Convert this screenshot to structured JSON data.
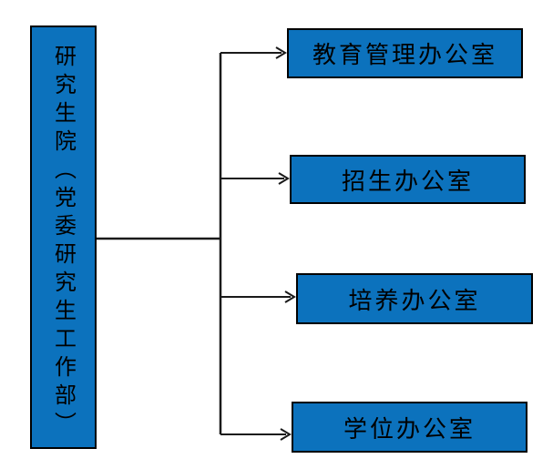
{
  "diagram": {
    "type": "org-chart",
    "root": {
      "label": "研究生院（党委研究生工作部）"
    },
    "children": [
      {
        "label": "教育管理办公室"
      },
      {
        "label": "招生办公室"
      },
      {
        "label": "培养办公室"
      },
      {
        "label": "学位办公室"
      }
    ],
    "colors": {
      "box_fill": "#0C72BD",
      "box_border": "#000000",
      "connector": "#1A1A1A",
      "text": "#000000",
      "background": "#FFFFFF"
    }
  }
}
